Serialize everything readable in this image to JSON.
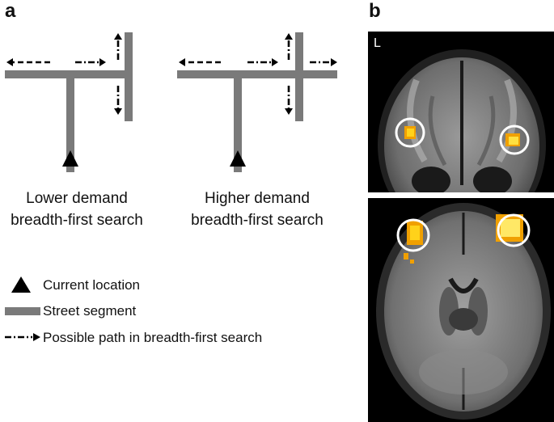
{
  "panel_a": {
    "letter": "a",
    "diagrams": [
      {
        "caption_line1": "Lower demand",
        "caption_line2": "breadth-first search"
      },
      {
        "caption_line1": "Higher demand",
        "caption_line2": "breadth-first search"
      }
    ],
    "legend": [
      {
        "icon": "triangle-icon",
        "label": "Current location"
      },
      {
        "icon": "street-segment-icon",
        "label": "Street segment"
      },
      {
        "icon": "dash-dot-arrow-icon",
        "label": "Possible path in breadth-first search"
      }
    ]
  },
  "panel_b": {
    "letter": "b",
    "orientation_label": "L",
    "images": [
      "coronal-slice",
      "axial-slice"
    ]
  },
  "colors": {
    "street": "#7a7a7a",
    "arrow": "#000000",
    "activation": "#ffcc00",
    "circle": "#ffffff"
  }
}
